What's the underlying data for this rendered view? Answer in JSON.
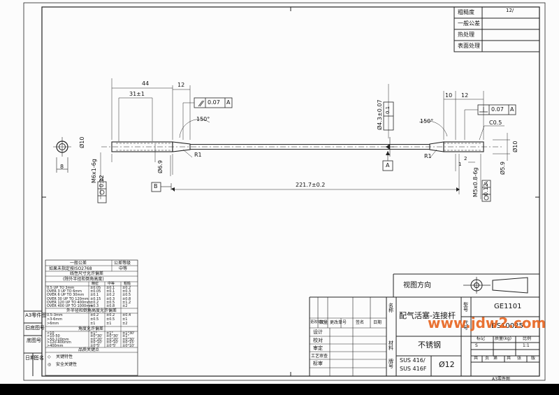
{
  "right_table": [
    {
      "label": "粗糙度",
      "value": "12/"
    },
    {
      "label": "一般公差",
      "value": ""
    },
    {
      "label": "热处理",
      "value": ""
    },
    {
      "label": "表面处理",
      "value": ""
    }
  ],
  "dims": {
    "d44": "44",
    "d12a": "12",
    "d31": "31±1",
    "d8": "8",
    "d10l": "Ø10",
    "d6": "Ø6.9",
    "m6": "M6x1-6g",
    "tol_left": "0.12",
    "datum_a": "A",
    "gd_left": "0.07",
    "gd_left_a": "A",
    "ang_left": "150°",
    "r_left": "R1",
    "d43": "Ø4.3±0.07",
    "perp": "0.1",
    "datum_box_a": "A",
    "d221": "221.7±0.2",
    "datum_b": "B",
    "d10r1": "10",
    "d12r": "12",
    "gd_right": "0.07",
    "gd_right_a": "A",
    "ang_right": "150°",
    "c05": "C0.5",
    "r_right": "R1",
    "d1": "1",
    "d2": "2",
    "m5": "M5x0.8-6g",
    "tol_right": "0.12",
    "datum_ra": "A",
    "d5": "Ø5.9",
    "d10r": "Ø10"
  },
  "tol_table": {
    "title1": "一般公差",
    "title2": "公差等级",
    "line2": "如果未指定按ISO2768",
    "line2b": "中等",
    "sec1": "线性尺寸允许偏差",
    "sec1b": "(除外半径和倒角高度)",
    "head": [
      "",
      "精密",
      "中等",
      "粗糙"
    ],
    "rows1": [
      [
        "0.5 UP TO 3mm",
        "±0.05",
        "±0.1",
        "±0.2"
      ],
      [
        "OVER 3 UP TO 6mm",
        "±0.05",
        "±0.1",
        "±0.3"
      ],
      [
        "OVER 6 UP TO 30mm",
        "±0.1",
        "±0.2",
        "±0.5"
      ],
      [
        "OVER 30 UP TO 120mm",
        "±0.15",
        "±0.3",
        "±0.8"
      ],
      [
        "OVER 120 UP TO 400mm",
        "±0.2",
        "±0.5",
        "±1.2"
      ],
      [
        "OVER 400 UP TO 1000mm",
        "±0.3",
        "±0.8",
        "±2"
      ]
    ],
    "sec2": "外半径和倒角高度允许偏差",
    "rows2": [
      [
        "0.5-3mm",
        "±0.2",
        "±0.2",
        "±0.4"
      ],
      [
        ">3-6mm",
        "±0.5",
        "±0.5",
        "±1"
      ],
      [
        ">6mm",
        "±1",
        "±1",
        "±2"
      ]
    ],
    "sec3": "角度允许偏差",
    "rows3": [
      [
        "<10",
        "±1°",
        "±1°",
        "±1°30'"
      ],
      [
        ">10-50",
        "±0°30'",
        "±0°30'",
        "±1°"
      ],
      [
        ">50-120mm",
        "±0°20'",
        "±0°20'",
        "±0°30'"
      ],
      [
        ">120-400mm",
        "±0°10'",
        "±0°10'",
        "±0°15'"
      ],
      [
        ">400mm",
        "±0°5'",
        "±0°5'",
        "±0°10'"
      ]
    ],
    "sec4": "品质关键点",
    "key1": "关键特性",
    "key2": "安全关键性"
  },
  "side_labels": {
    "a3": "A3零件图",
    "old": "旧底图号",
    "base": "底图号",
    "date": "日期",
    "sign": "签名"
  },
  "title_block": {
    "view_dir": "视图方向",
    "rev_mark": "更改标记",
    "rev_count": "数量",
    "rev_doc": "更改单号",
    "rev_sign": "签名",
    "rev_date": "日期",
    "design": "设计",
    "proof": "校对",
    "review": "审定",
    "process": "工艺审查",
    "std": "标审",
    "name_label": "名称",
    "part_name": "配气活塞-连接杆",
    "mat_label": "材料",
    "material": "不锈钢",
    "grade_label": "牌号",
    "grade1": "SUS 416/",
    "grade2": "SUS 416F",
    "dia": "Ø12",
    "model_label": "型号",
    "model": "GE1101",
    "code_label": "代号",
    "code": "DS10025",
    "mark": "标记",
    "mass": "质量(kg)",
    "scale": "比例",
    "mark_val": "S",
    "scale_val": "1:1",
    "total": "共",
    "page": "页",
    "no": "第",
    "sheet_total": "共",
    "sheet": "张",
    "rev": "版",
    "footer": "A3零件图"
  },
  "watermark": "www.jdw2.com"
}
